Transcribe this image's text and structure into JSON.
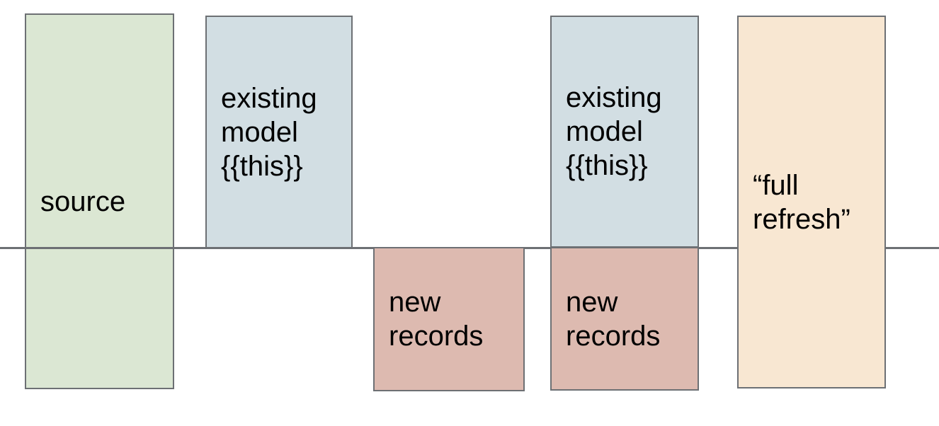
{
  "canvas": {
    "background": "#ffffff",
    "text_color": "#000000",
    "border_color": "#6d7074",
    "divider_color": "#6d7074"
  },
  "boxes": [
    {
      "name": "source",
      "label": "source",
      "fill": "#dbe7d3"
    },
    {
      "name": "existing-model-left",
      "label": "existing\nmodel\n{{this}}",
      "fill": "#d2dee3"
    },
    {
      "name": "new-records-left",
      "label": "new\nrecords",
      "fill": "#ddbab0"
    },
    {
      "name": "existing-model-right",
      "label": "existing\nmodel\n{{this}}",
      "fill": "#d2dee3"
    },
    {
      "name": "new-records-right",
      "label": "new\nrecords",
      "fill": "#ddbab0"
    },
    {
      "name": "full-refresh",
      "label": "“full refresh”",
      "fill": "#f8e7d2"
    }
  ]
}
